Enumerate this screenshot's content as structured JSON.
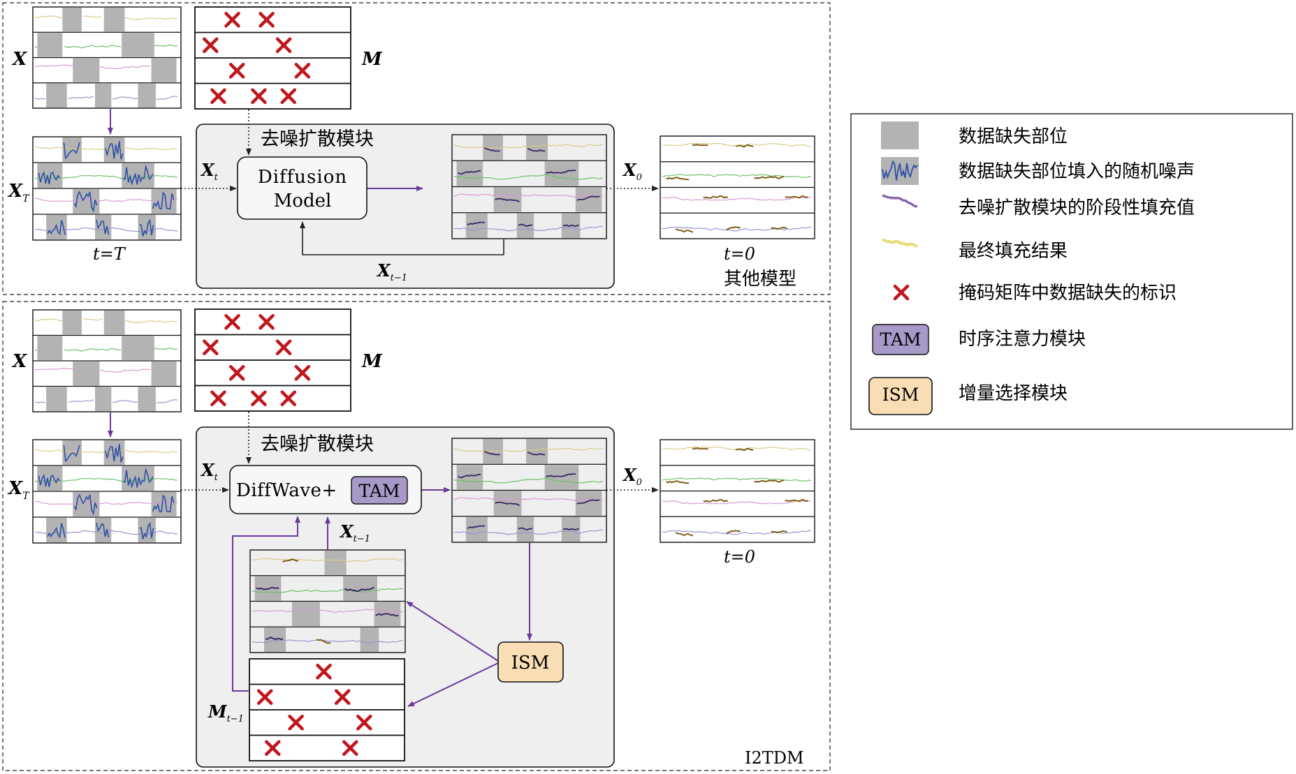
{
  "top": {
    "X": "X",
    "M": "M",
    "XT_main": "X",
    "XT_sub": "T",
    "t_T": "t=T",
    "module_title": "去噪扩散模块",
    "model_line1": "Diffusion",
    "model_line2": "Model",
    "Xt_main": "X",
    "Xt_sub": "t",
    "X0_main": "X",
    "X0_sub": "0",
    "Xt1_main": "X",
    "Xt1_sub": "t−1",
    "t_0": "t=0",
    "section_label": "其他模型"
  },
  "bottom": {
    "X": "X",
    "M": "M",
    "XT_main": "X",
    "XT_sub": "T",
    "module_title": "去噪扩散模块",
    "model_text": "DiffWave+",
    "tam": "TAM",
    "ism": "ISM",
    "Xt_main": "X",
    "Xt_sub": "t",
    "X0_main": "X",
    "X0_sub": "0",
    "Xt1_main": "X",
    "Xt1_sub": "t−1",
    "Mt1_main": "M",
    "Mt1_sub": "t−1",
    "t_0": "t=0",
    "section_label": "I2TDM"
  },
  "legend": [
    {
      "key": "missing",
      "label": "数据缺失部位"
    },
    {
      "key": "noise",
      "label": "数据缺失部位填入的随机噪声"
    },
    {
      "key": "stage",
      "label": "去噪扩散模块的阶段性填充值"
    },
    {
      "key": "final",
      "label": "最终填充结果"
    },
    {
      "key": "mask",
      "label": "掩码矩阵中数据缺失的标识"
    },
    {
      "key": "tam",
      "label": "时序注意力模块",
      "box": "TAM"
    },
    {
      "key": "ism",
      "label": "增量选择模块",
      "box": "ISM"
    }
  ],
  "colors": {
    "missing_gray": "#b3b3b3",
    "noise_blue": "#2e4fa8",
    "stage_purple": "#3a2466",
    "final_orange": "#7a5a10",
    "mask_red": "#c0161c",
    "tam_fill": "#a79ac9",
    "ism_fill": "#f9ddb5",
    "arrow_purple": "#6a3a9a",
    "module_bg": "#efefef"
  },
  "series_colors": [
    "#d8cb8a",
    "#6fbf6b",
    "#d89bd2",
    "#9a94cf"
  ]
}
